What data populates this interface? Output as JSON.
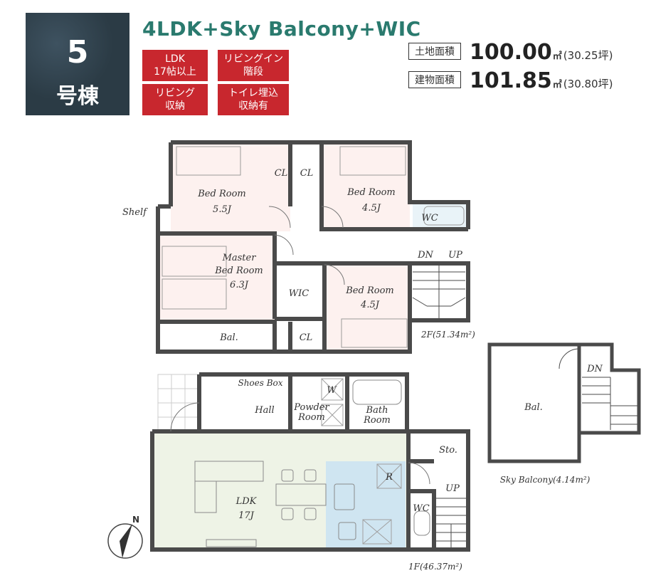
{
  "header": {
    "building_number": "5",
    "building_label": "号棟",
    "headline": "4LDK+Sky Balcony+WIC",
    "features": [
      {
        "line1": "LDK",
        "line2": "17帖以上"
      },
      {
        "line1": "リビングイン",
        "line2": "階段"
      },
      {
        "line1": "リビング",
        "line2": "収納"
      },
      {
        "line1": "トイレ埋込",
        "line2": "収納有"
      }
    ],
    "land_area": {
      "label": "土地面積",
      "value": "100.00",
      "unit": "㎡",
      "tsubo": "(30.25坪)"
    },
    "building_area": {
      "label": "建物面積",
      "value": "101.85",
      "unit": "㎡",
      "tsubo": "(30.80坪)"
    }
  },
  "floor2": {
    "caption": "2F(51.34m²)",
    "rooms": {
      "bed1": {
        "name": "Bed Room",
        "size": "5.5J"
      },
      "bed2": {
        "name": "Bed Room",
        "size": "4.5J"
      },
      "master": {
        "line1": "Master",
        "line2": "Bed Room",
        "size": "6.3J"
      },
      "bed3": {
        "name": "Bed Room",
        "size": "4.5J"
      },
      "cl1": "CL",
      "cl2": "CL",
      "cl3": "CL",
      "wic": "WIC",
      "wc": "WC",
      "bal": "Bal.",
      "shelf": "Shelf",
      "dn": "DN",
      "up": "UP"
    }
  },
  "floor1": {
    "caption": "1F(46.37m²)",
    "rooms": {
      "shoes": "Shoes Box",
      "hall": "Hall",
      "powder1": "Powder",
      "powder2": "Room",
      "w": "W",
      "bath1": "Bath",
      "bath2": "Room",
      "ldk": "LDK",
      "ldk_size": "17J",
      "sto": "Sto.",
      "wc": "WC",
      "up": "UP",
      "r": "R"
    }
  },
  "sky": {
    "caption": "Sky Balcony(4.14m²)",
    "bal": "Bal.",
    "dn": "DN"
  },
  "compass": {
    "label": "N"
  },
  "colors": {
    "badge_bg": "#2b3b45",
    "headline": "#2a7a6e",
    "feature_tag": "#c8272e",
    "bedroom_fill": "#fdf1ef",
    "ldk_fill": "#eef3e6",
    "kitchen_fill": "#cfe5f1",
    "wall": "#4a4a4a"
  }
}
